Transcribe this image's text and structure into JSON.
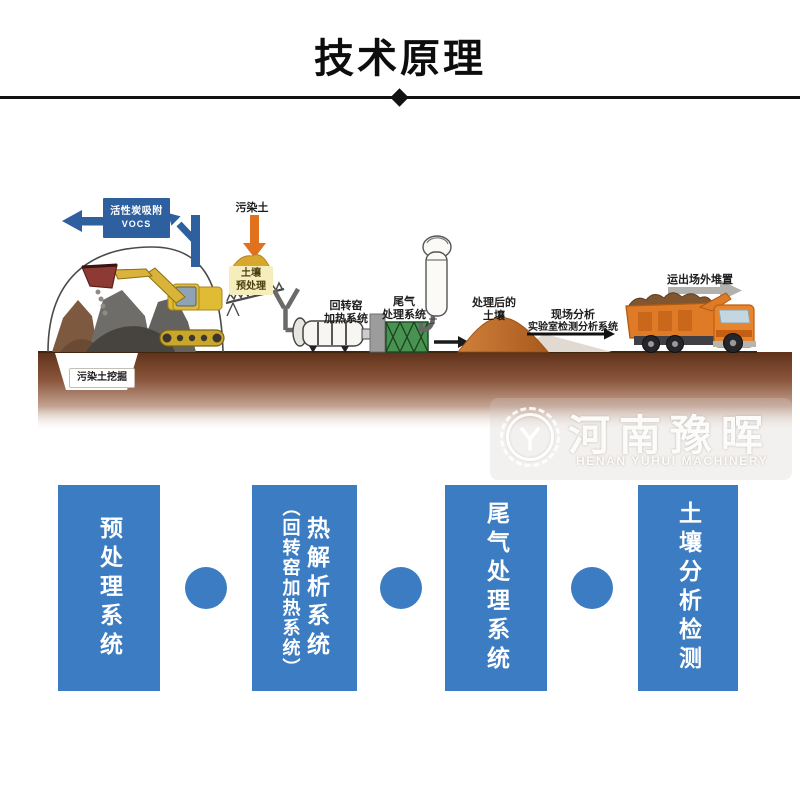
{
  "header": {
    "title": "技术原理"
  },
  "diagram": {
    "vocs": {
      "line1": "活性炭吸附",
      "line2": "VOCS"
    },
    "contaminated_soil": "污染土",
    "pretreatment": {
      "line1": "土壤",
      "line2": "预处理"
    },
    "kiln": {
      "line1": "回转窑",
      "line2": "加热系统"
    },
    "tail_gas": {
      "line1": "尾气",
      "line2": "处理系统"
    },
    "treated": {
      "line1": "处理后的",
      "line2": "土壤"
    },
    "analysis": {
      "line1": "现场分析",
      "line2": "实验室检测分析系统"
    },
    "transport": "运出场外堆置",
    "excavation": "污染土挖掘"
  },
  "watermark": {
    "cn": "河南豫晖",
    "en": "HENAN YUHUI MACHINERY"
  },
  "flow": {
    "boxes": [
      {
        "label": "预处理系统"
      },
      {
        "label": "热解析系统",
        "sublabel": "（回转窑加热系统）"
      },
      {
        "label": "尾气处理系统"
      },
      {
        "label": "土壤分析检测"
      }
    ]
  },
  "icons": {
    "flow_connector": "filled-circle",
    "transport_arrow": "right-arrow",
    "analysis_arrow": "right-arrow",
    "vocs_out_arrow": "left-arrow",
    "vocs_in_arrow": "up-left-arrow",
    "soil_feed_arrow": "down-arrow"
  },
  "palette": {
    "flow_blue": "#3b7cc2",
    "dark_blue": "#2e5f9e",
    "arrow_orange": "#e2711d",
    "ground_brown": "#64351d",
    "equip_green": "#47934f",
    "truck_orange": "#df7b26",
    "excavator_yellow": "#e0bc35"
  }
}
